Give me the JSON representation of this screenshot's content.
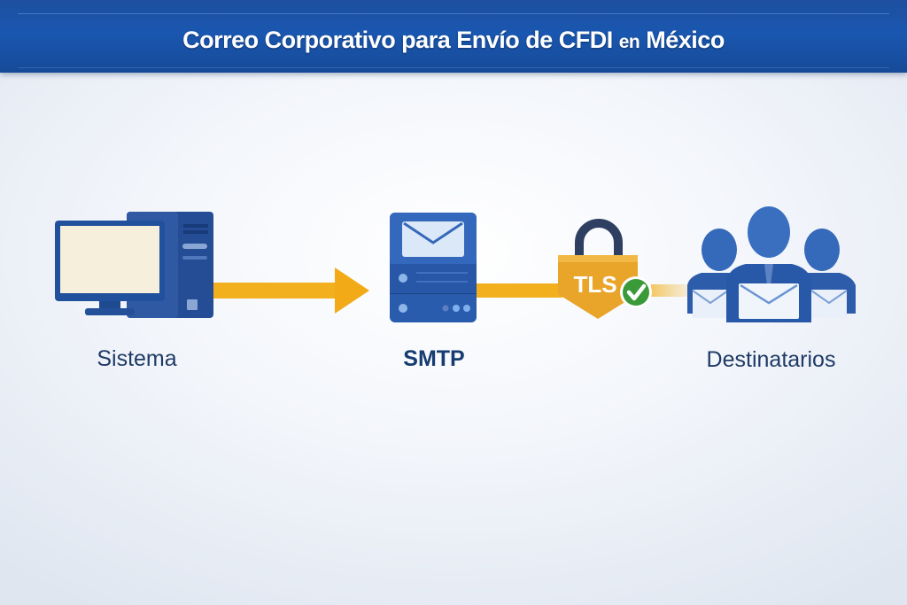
{
  "header": {
    "title_main": "Correo Corporativo para Envío de CFDI",
    "title_small": "en",
    "title_end": "México",
    "background_color": "#1a57b0"
  },
  "diagram": {
    "nodes": [
      {
        "id": "sistema",
        "label": "Sistema",
        "icon": "desktop-computer-icon"
      },
      {
        "id": "smtp",
        "label": "SMTP",
        "icon": "mail-server-icon"
      },
      {
        "id": "tls",
        "label": "TLS",
        "icon": "padlock-shield-icon",
        "badge": "green-check-icon"
      },
      {
        "id": "destinatarios",
        "label": "Destinatarios",
        "icon": "recipients-group-icon"
      }
    ],
    "edges": [
      {
        "from": "sistema",
        "to": "smtp",
        "style": "arrow",
        "color": "#f2b01e"
      },
      {
        "from": "smtp",
        "to": "tls",
        "style": "line",
        "color": "#f2b01e"
      },
      {
        "from": "tls",
        "to": "destinatarios",
        "style": "fading-line",
        "color": "#f2b01e"
      }
    ],
    "colors": {
      "primary_blue": "#1d4a94",
      "icon_blue": "#2d64b8",
      "connector_yellow": "#f2b01e",
      "lock_orange": "#e9a42a",
      "check_green": "#3a9a3a"
    }
  }
}
